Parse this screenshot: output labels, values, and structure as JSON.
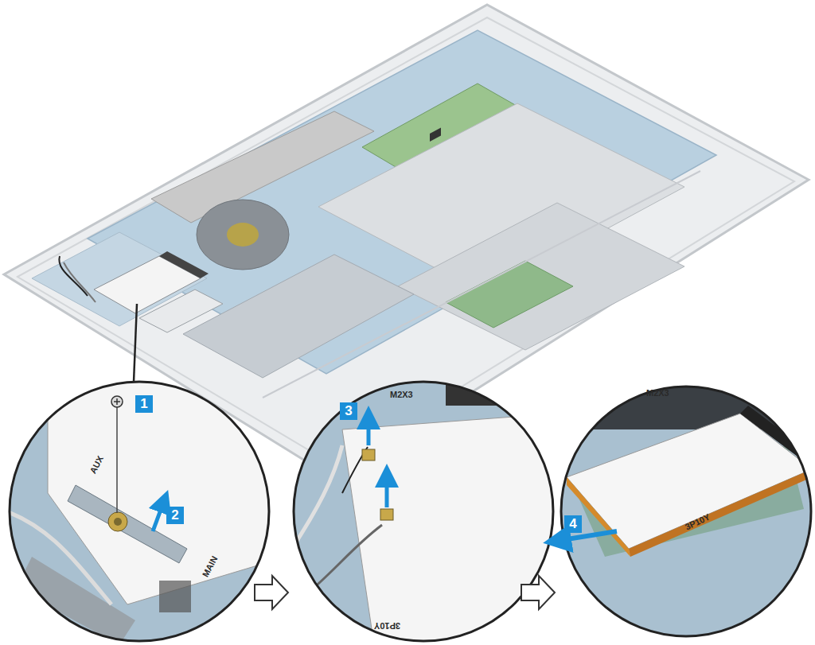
{
  "diagram": {
    "labels": [
      "1",
      "2",
      "3",
      "4",
      "AUX",
      "MAIN",
      "M2X3",
      "3P10Y",
      "M2X3",
      "3P10Y"
    ]
  }
}
